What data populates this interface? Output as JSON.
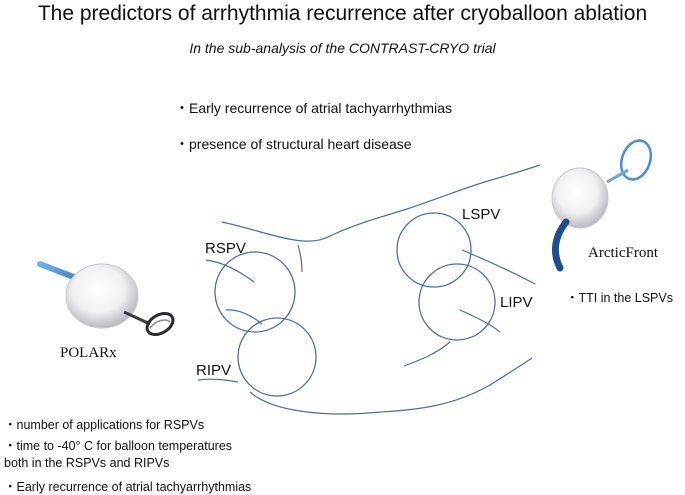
{
  "title": "The predictors of arrhythmia recurrence after cryoballoon ablation",
  "subtitle": "In the sub-analysis of the CONTRAST-CRYO trial",
  "common_predictors": [
    "・Early recurrence of atrial tachyarrhythmias",
    "・presence of structural heart disease"
  ],
  "veins": {
    "rspv": "RSPV",
    "ripv": "RIPV",
    "lspv": "LSPV",
    "lipv": "LIPV"
  },
  "devices": {
    "polarx": {
      "name": "POLARx",
      "predictors": [
        "・number of applications for RSPVs",
        "・time to -40° C for balloon temperatures",
        "both in the RSPVs and RIPVs",
        "・Early recurrence of atrial tachyarrhythmias"
      ]
    },
    "arcticfront": {
      "name": "ArcticFront",
      "predictors": [
        "・TTI in the LSPVs"
      ]
    }
  },
  "colors": {
    "outline": "#4a6fa5",
    "polarx_shaft": "#5aa0dc",
    "arctic_shaft": "#2f5f99"
  }
}
